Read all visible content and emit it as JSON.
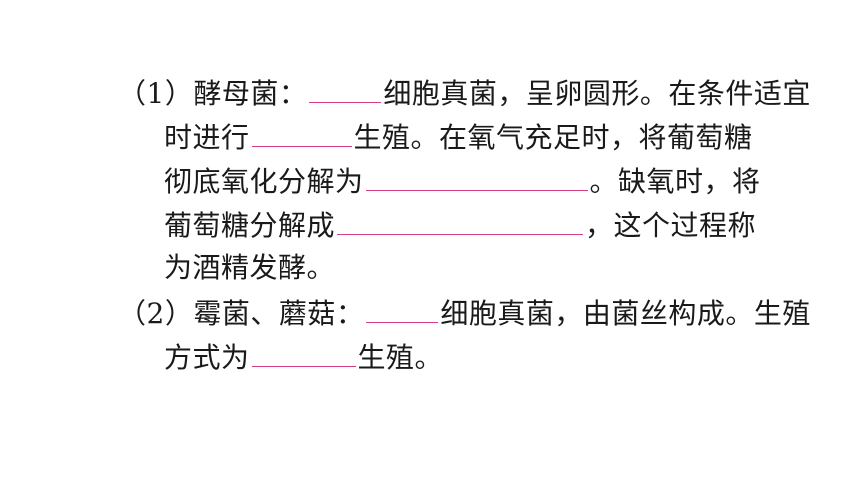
{
  "items": [
    {
      "number": "（1）",
      "heading": "酵母菌：",
      "lines": [
        [
          "细胞真菌，呈卵圆形。在条件适宜"
        ],
        [
          "时进行",
          "生殖。在氧气充足时，将葡萄糖"
        ],
        [
          "彻底氧化分解为",
          "。缺氧时，将"
        ],
        [
          "葡萄糖分解成",
          "，这个过程称"
        ],
        [
          "为酒精发酵。"
        ]
      ]
    },
    {
      "number": "（2）",
      "heading": "霉菌、蘑菇：",
      "lines": [
        [
          "细胞真菌，由菌丝构成。生殖"
        ],
        [
          "方式为",
          "生殖。"
        ]
      ]
    }
  ],
  "colors": {
    "text": "#1a1a1a",
    "blank_underline": "#d63d86"
  }
}
